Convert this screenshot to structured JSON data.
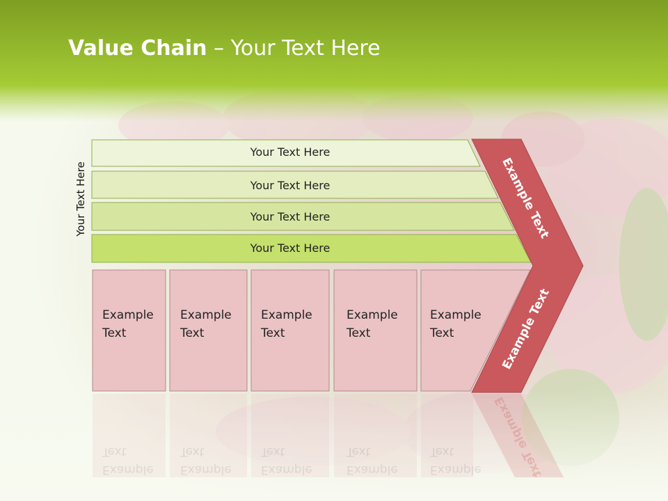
{
  "slide": {
    "title_bold": "Value Chain",
    "title_rest": " – Your Text Here",
    "side_label": "Your Text Here",
    "rows": [
      "Your Text Here",
      "Your Text Here",
      "Your Text Here",
      "Your Text Here"
    ],
    "boxes": [
      "Example\nText",
      "Example\nText",
      "Example\nText",
      "Example\nText",
      "Example\nText"
    ],
    "chevron_top": "Example Text",
    "chevron_bottom": "Example Text"
  },
  "colors": {
    "header_green": "#97c12d",
    "row_colors": [
      "#eef4d9",
      "#e3edbf",
      "#d6e6a1",
      "#c5e06d"
    ],
    "box_pink": "#ebc3c4",
    "chevron_red": "#c9595c"
  }
}
